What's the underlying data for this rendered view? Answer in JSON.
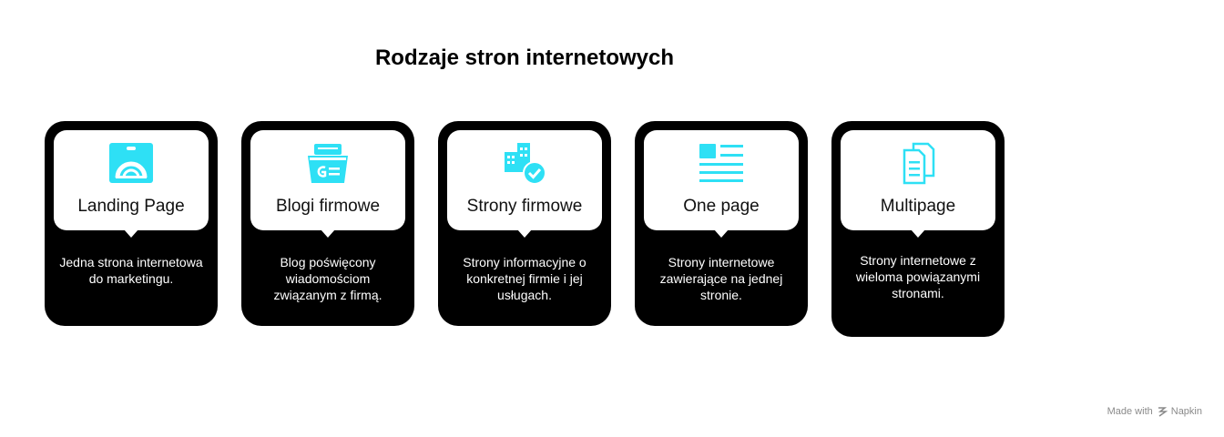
{
  "title": "Rodzaje stron internetowych",
  "cards": [
    {
      "label": "Landing Page",
      "description": "Jedna strona internetowa do marketingu.",
      "icon": "landing-page-icon"
    },
    {
      "label": "Blogi firmowe",
      "description": "Blog poświęcony wiadomościom związanym z firmą.",
      "icon": "blog-icon"
    },
    {
      "label": "Strony firmowe",
      "description": "Strony informacyjne o konkretnej firmie i jej usługach.",
      "icon": "company-building-icon"
    },
    {
      "label": "One page",
      "description": "Strony internetowe zawierające na jednej stronie.",
      "icon": "one-page-icon"
    },
    {
      "label": "Multipage",
      "description": "Strony internetowe z wieloma powiązanymi stronami.",
      "icon": "multipage-icon"
    }
  ],
  "footer": {
    "made_with": "Made with",
    "brand": "Napkin"
  },
  "colors": {
    "accent": "#2ee0f5",
    "card": "#000000",
    "card_head": "#ffffff"
  }
}
